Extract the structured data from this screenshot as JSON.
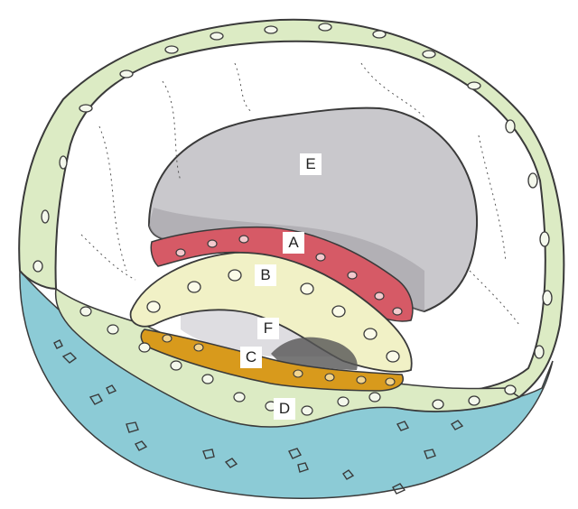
{
  "labels": {
    "a": "A",
    "b": "B",
    "c": "C",
    "d": "D",
    "e": "E",
    "f": "F"
  },
  "colors": {
    "outline": "#3a3a3a",
    "outer_cell_fill": "#dcebc4",
    "yolk_fill": "#8ccbd6",
    "cavity_fill": "#c9c8cc",
    "cavity_shadow": "#9e9da2",
    "layer_a_fill": "#d65a66",
    "layer_b_fill": "#f1f1c6",
    "layer_c_fill": "#d89a1c",
    "dark_gap_fill": "#555555",
    "background": "#ffffff"
  }
}
